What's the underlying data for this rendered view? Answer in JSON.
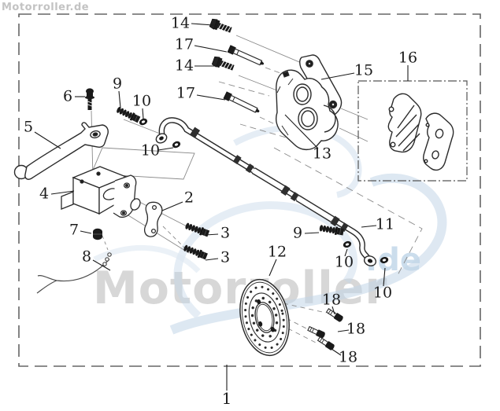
{
  "watermark": {
    "corner_text": "Motorroller.de",
    "main_text": "Motorroller",
    "suffix_text": ".de"
  },
  "colors": {
    "line_art": "#2b2b2b",
    "label_text": "#1b1b1b",
    "border": "#666666",
    "watermark_gray": "#cecece",
    "watermark_blue": "#a9c7e1"
  },
  "callouts": [
    {
      "label": "14"
    },
    {
      "label": "17"
    },
    {
      "label": "14"
    },
    {
      "label": "17"
    },
    {
      "label": "16"
    },
    {
      "label": "15"
    },
    {
      "label": "13"
    },
    {
      "label": "6"
    },
    {
      "label": "9"
    },
    {
      "label": "10"
    },
    {
      "label": "5"
    },
    {
      "label": "10"
    },
    {
      "label": "4"
    },
    {
      "label": "2"
    },
    {
      "label": "7"
    },
    {
      "label": "3"
    },
    {
      "label": "3"
    },
    {
      "label": "8"
    },
    {
      "label": "9"
    },
    {
      "label": "11"
    },
    {
      "label": "12"
    },
    {
      "label": "10"
    },
    {
      "label": "10"
    },
    {
      "label": "18"
    },
    {
      "label": "18"
    },
    {
      "label": "18"
    },
    {
      "label": "1"
    }
  ]
}
